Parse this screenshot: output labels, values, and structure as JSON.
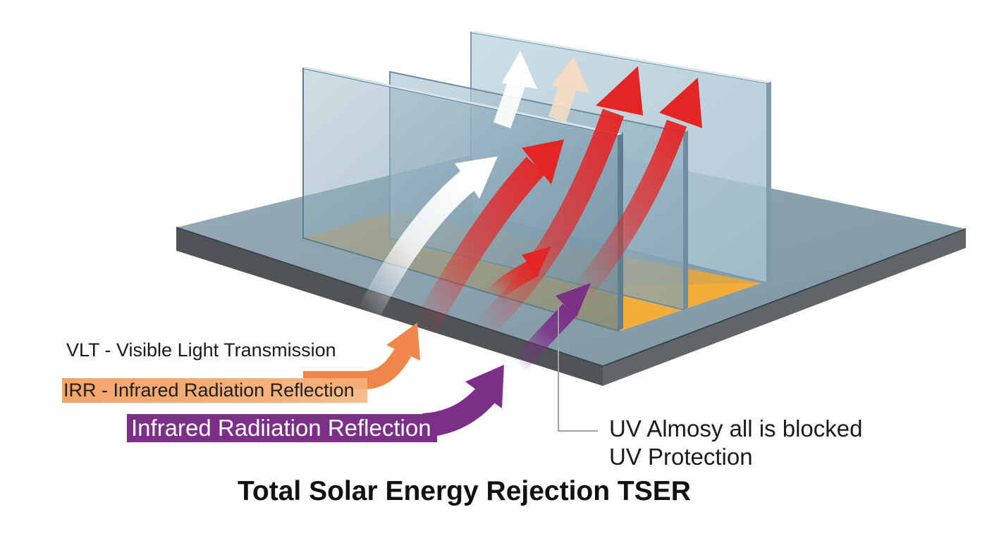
{
  "labels": {
    "vlt": "VLT - Visible Light Transmission",
    "irr": "IRR - Infrared Radiation Reflection",
    "ir_reflection": "Infrared Radiiation Reflection",
    "uv_blocked": "UV Almosy all is blocked",
    "uv_protection": "UV Protection",
    "title": "Total Solar Energy Rejection TSER"
  },
  "colors": {
    "glass": "#9fb9c6",
    "glass_edge": "#6f8fa1",
    "base_top": "#8fa6b3",
    "base_side": "#555a5e",
    "floor_amber": "#e8a83c",
    "arrow_white": "#ffffff",
    "arrow_cream": "#f3dcc3",
    "arrow_red": "#e52424",
    "arrow_orange": "#f0874a",
    "arrow_purple": "#7b2f86",
    "irr_band": "#f6b27c",
    "ir_band": "#7b2f86"
  },
  "icons": {
    "arrows": [
      "white-arrow-icon",
      "cream-arrow-icon",
      "red-arrow-icon",
      "orange-arrow-icon",
      "purple-arrow-icon"
    ]
  }
}
